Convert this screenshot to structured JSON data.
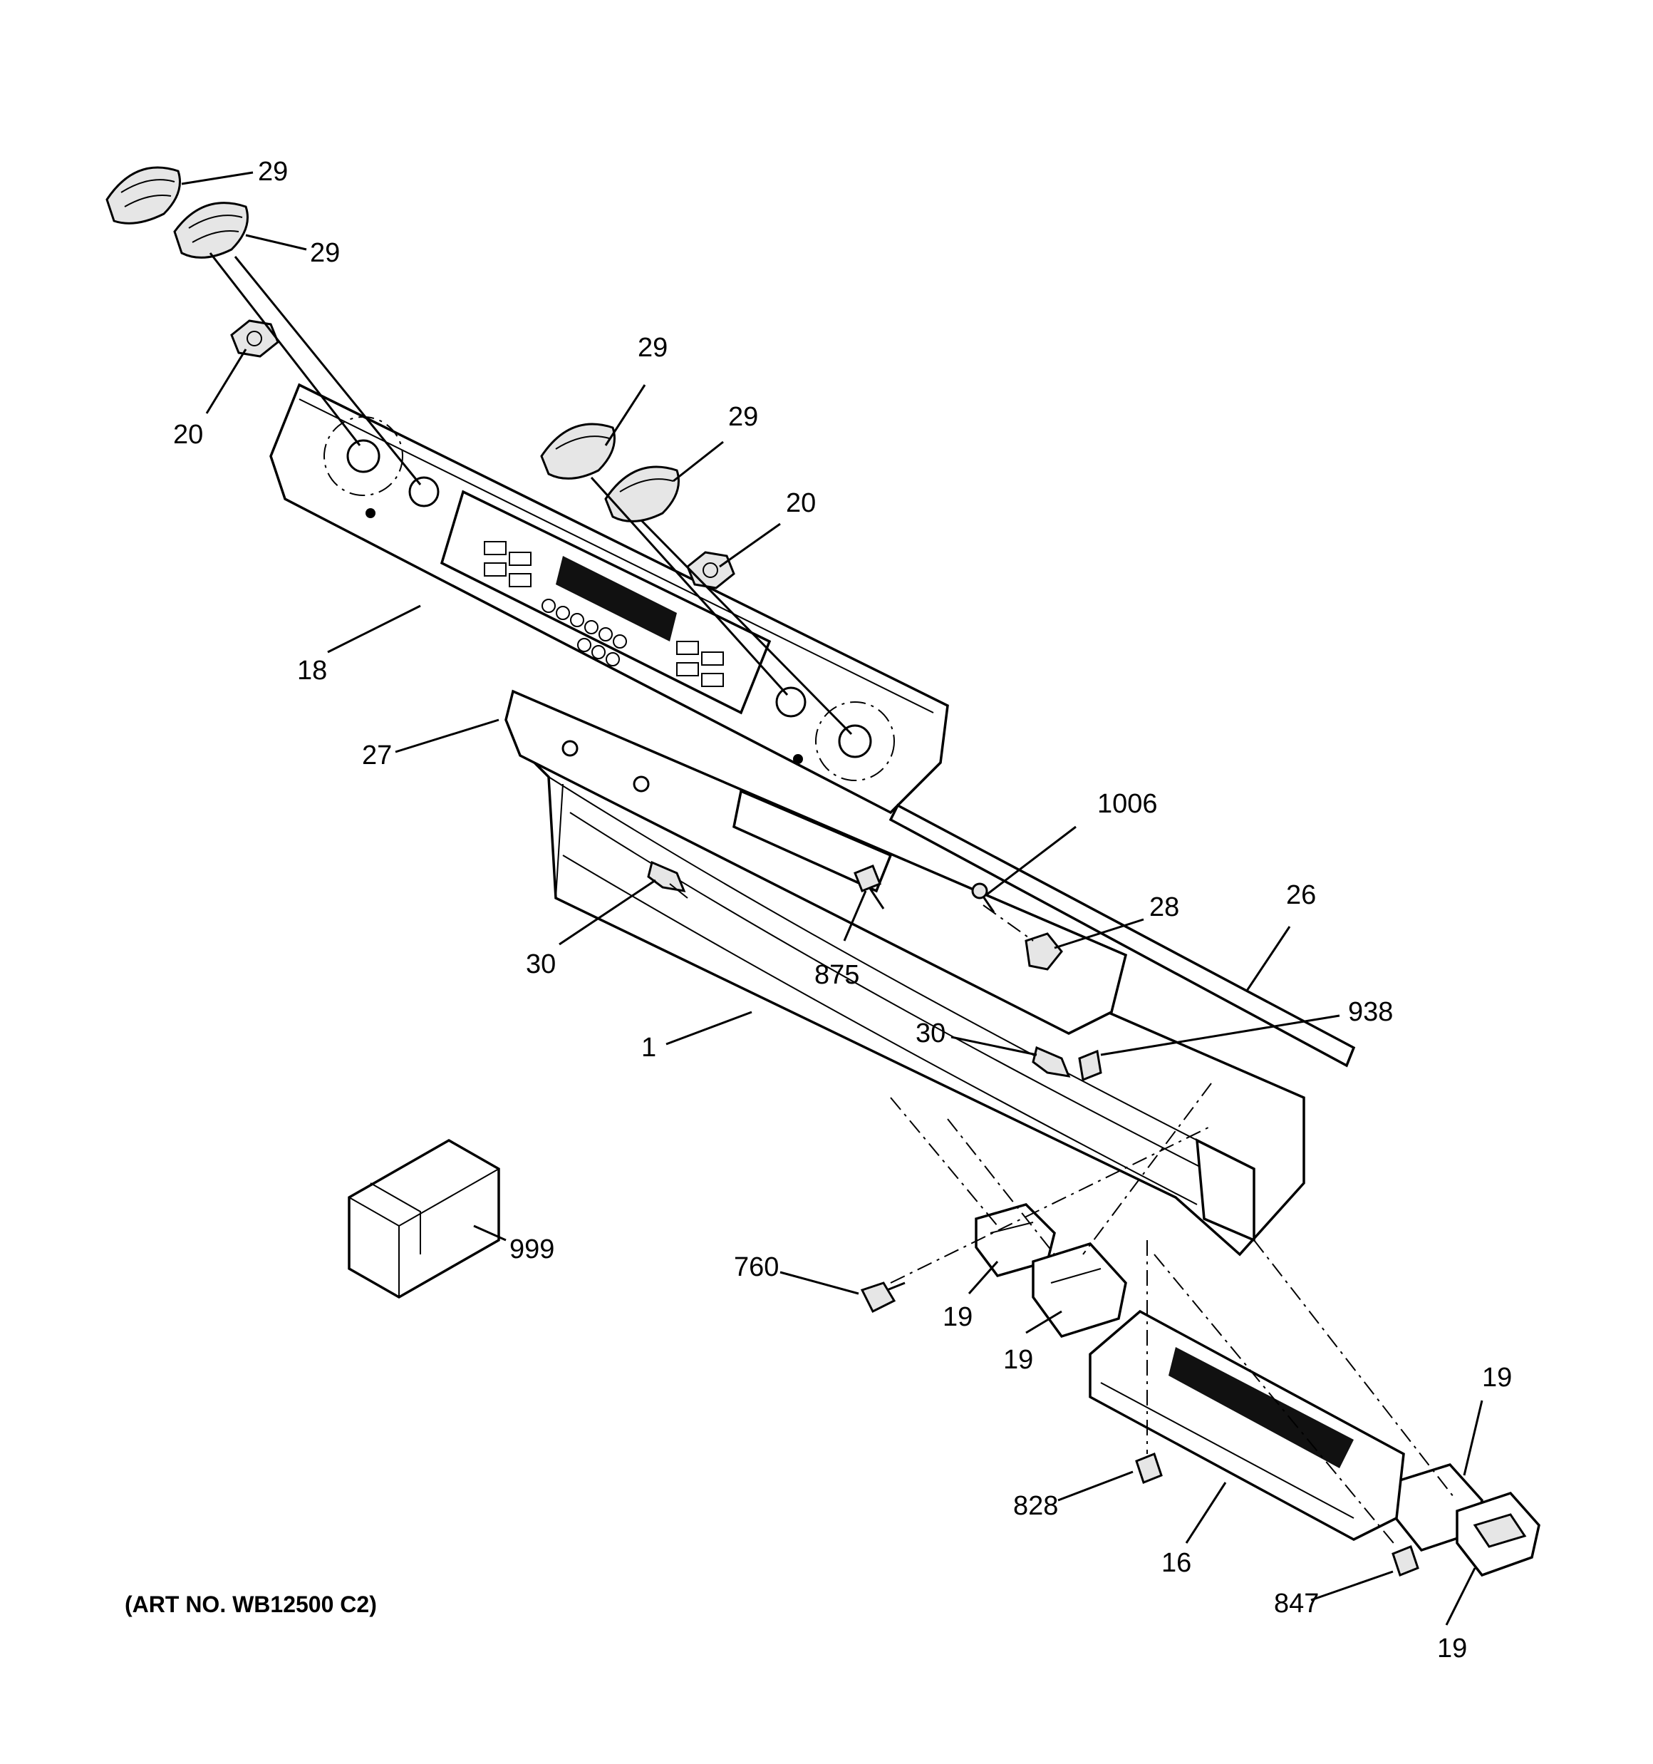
{
  "diagram": {
    "art_number": "(ART NO. WB12500 C2)",
    "callouts": {
      "knob_a": "29",
      "knob_b": "29",
      "knob_c": "29",
      "knob_d": "29",
      "hex_nut_left": "20",
      "hex_nut_right": "20",
      "control_panel": "18",
      "insulation_27": "27",
      "ignitor_left": "30",
      "ignitor_right": "30",
      "screw_875": "875",
      "screw_1006": "1006",
      "switch_28": "28",
      "trim_26": "26",
      "clip_938": "938",
      "backsplash": "1",
      "kit_999": "999",
      "screw_760": "760",
      "switch_a": "19",
      "switch_b": "19",
      "switch_c": "19",
      "switch_d": "19",
      "screw_828": "828",
      "control_board": "16",
      "screw_847": "847"
    }
  }
}
